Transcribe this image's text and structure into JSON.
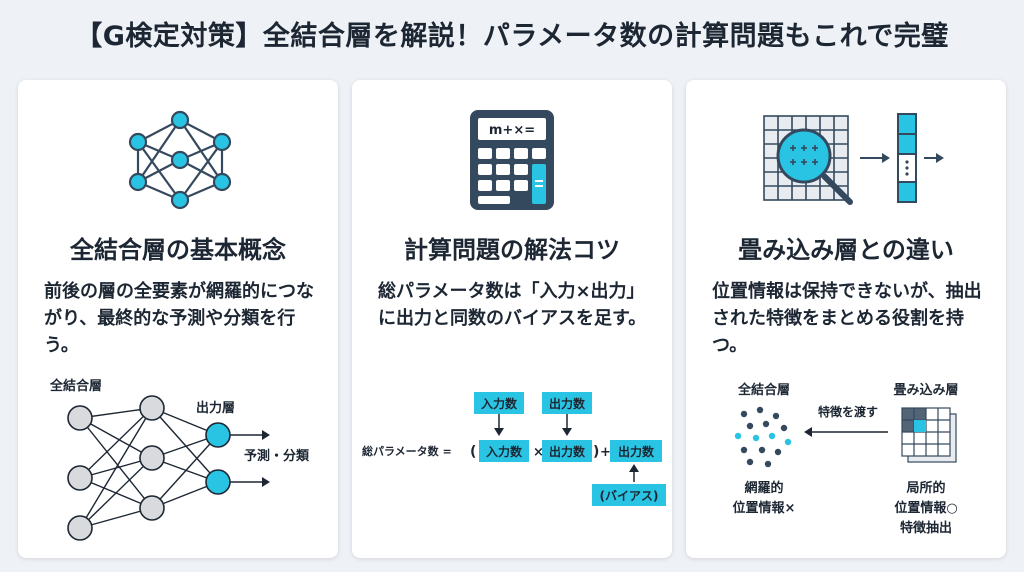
{
  "page": {
    "title": "【G検定対策】全結合層を解説！パラメータ数の計算問題もこれで完璧"
  },
  "cards": [
    {
      "title": "全結合層の基本概念",
      "description": "前後の層の全要素が網羅的につながり、最終的な予測や分類を行う。",
      "icon": "neural-network-icon",
      "diagram": {
        "label_fc": "全結合層",
        "label_output": "出力層",
        "label_predict": "予測・分類"
      }
    },
    {
      "title": "計算問題の解法コツ",
      "description": "総パラメータ数は「入力×出力」に出力と同数のバイアスを足す。",
      "icon": "calculator-icon",
      "calculator_display": "m+×=",
      "diagram": {
        "formula_label": "総パラメータ数 =",
        "open_paren": "(",
        "times": "×",
        "close_paren": ")",
        "plus": "+",
        "box_input": "入力数",
        "box_output": "出力数",
        "box_output2": "出力数",
        "box_bias": "(バイアス)",
        "top_input": "入力数",
        "top_output": "出力数"
      }
    },
    {
      "title": "畳み込み層との違い",
      "description": "位置情報は保持できないが、抽出された特徴をまとめる役割を持つ。",
      "icon": "magnifier-grid-icon",
      "diagram": {
        "label_fc": "全結合層",
        "label_conv": "畳み込み層",
        "label_pass": "特徴を渡す",
        "fc_caption_1": "網羅的",
        "fc_caption_2": "位置情報×",
        "conv_caption_1": "局所的",
        "conv_caption_2": "位置情報○",
        "conv_caption_3": "特徴抽出"
      }
    }
  ],
  "colors": {
    "accent": "#29c4e3",
    "dark": "#34495e",
    "node_gray": "#d8dadd",
    "background": "#eef1f5"
  }
}
